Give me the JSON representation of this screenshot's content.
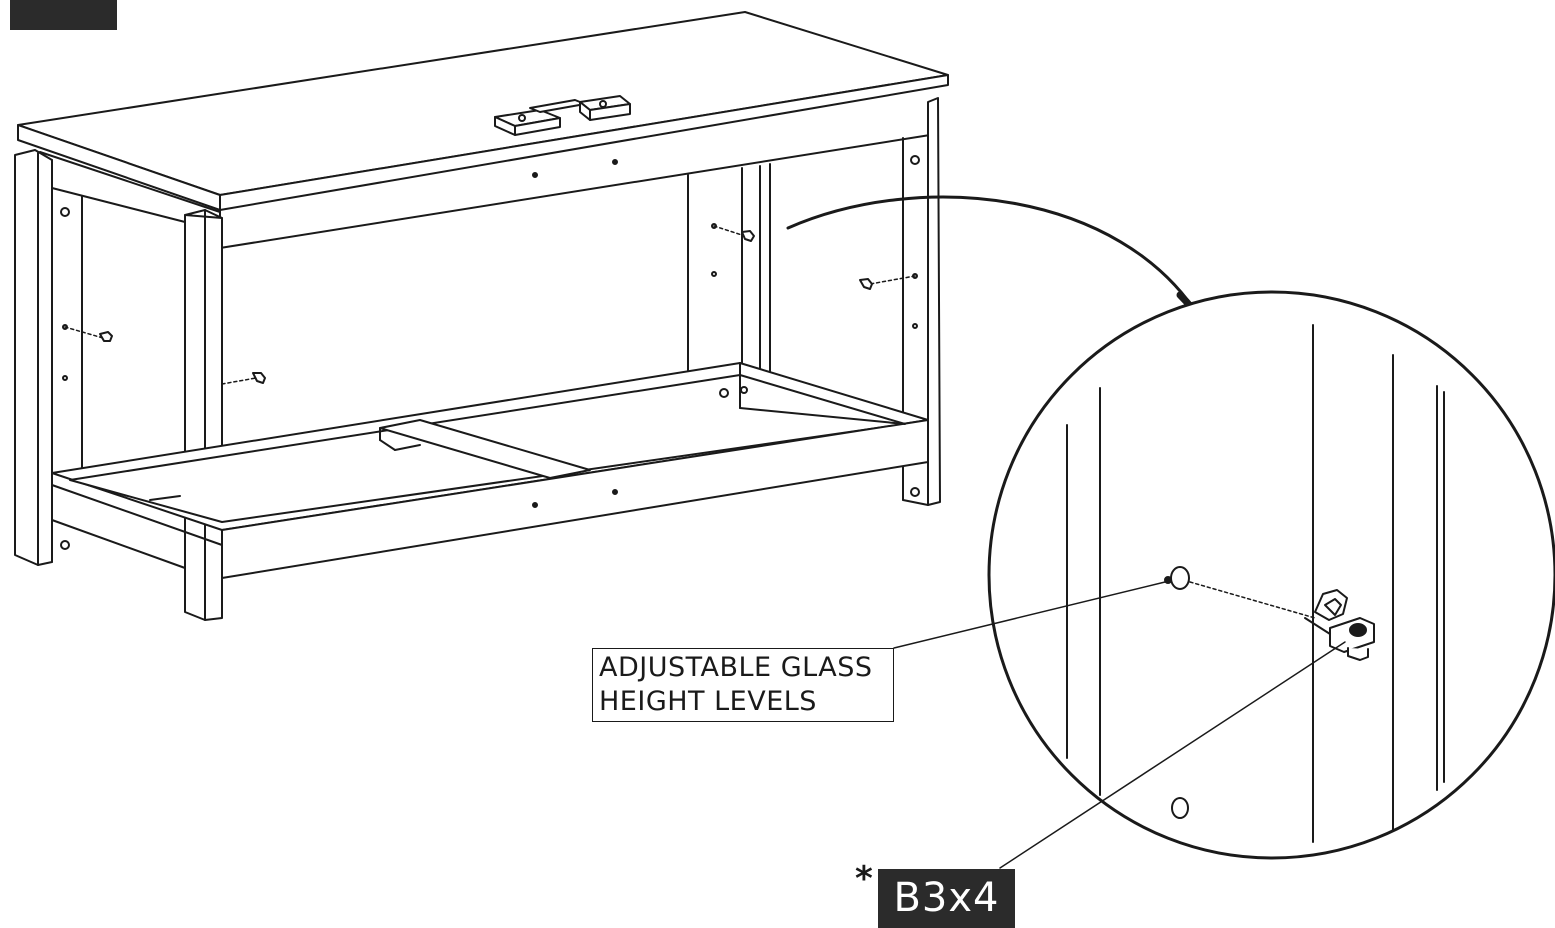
{
  "callout": {
    "line1": "ADJUSTABLE GLASS",
    "line2": "HEIGHT LEVELS"
  },
  "part": {
    "marker": "*",
    "label": "B3x4"
  },
  "colors": {
    "ink": "#1a1a1a",
    "tag_fill": "#2b2b2b",
    "tag_text": "#ffffff"
  },
  "icons": [
    "shelf-support-pin-icon",
    "pin-hole-icon"
  ]
}
